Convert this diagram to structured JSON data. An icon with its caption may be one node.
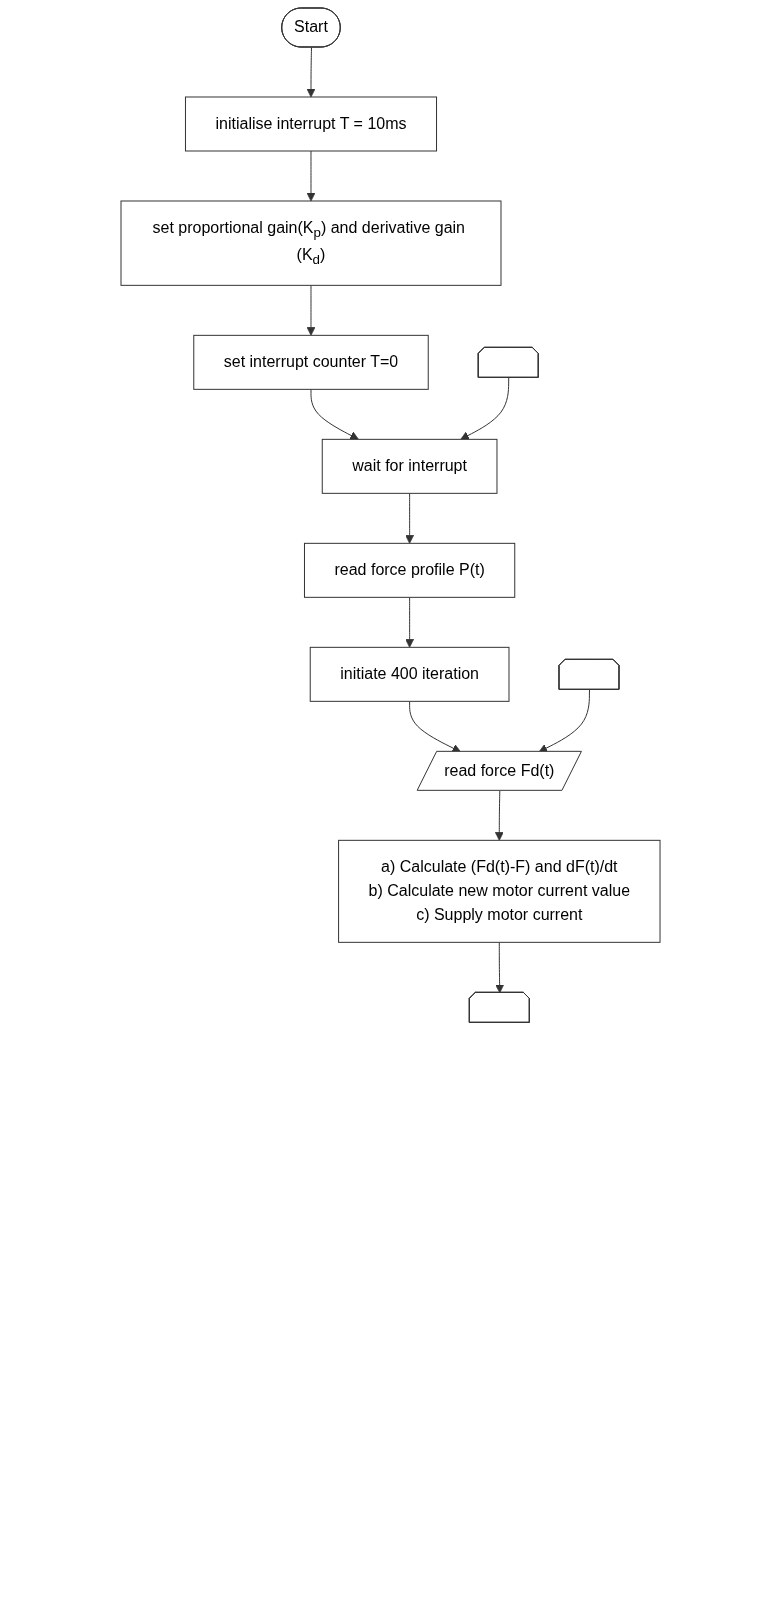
{
  "diagram": {
    "nodes": [
      {
        "text": [
          "Start"
        ]
      },
      {
        "text": [
          "initialise interrupt T = 10ms"
        ]
      },
      {
        "text": [
          "set proportional gain(K$_{p}$) and derivative gain (K$_{d}$)"
        ]
      },
      {
        "text": [
          "set interrupt counter T=0"
        ]
      },
      {
        "text": [
          "wait for interrupt"
        ]
      },
      {
        "text": [
          "read force profile P(t)"
        ]
      },
      {
        "text": [
          "initiate 400 iteration"
        ]
      },
      {
        "text": [
          "read force Fd(t)"
        ]
      },
      {
        "text": [
          "a) Calculate (Fd(t)-F) and dF(t)/dt",
          "b) Calculate new motor current value",
          "c)  Supply motor current"
        ]
      },
      {
        "text": [],
        "shape": "pentagon"
      },
      {
        "text": [],
        "shape": "pentagon"
      },
      {
        "text": [],
        "shape": "pentagon"
      }
    ],
    "edges": [
      {
        "from": 0,
        "to": 1,
        "arrow": "to"
      },
      {
        "from": 1,
        "to": 2,
        "arrow": "to"
      },
      {
        "from": 2,
        "to": 3,
        "arrow": "to"
      },
      {
        "from": 3,
        "to": 4,
        "arrow": "to"
      },
      {
        "from": 4,
        "to": 5,
        "arrow": "to"
      },
      {
        "from": 5,
        "to": 6,
        "arrow": "to"
      },
      {
        "from": 6,
        "to": 7,
        "arrow": "to"
      },
      {
        "from": 7,
        "to": 8,
        "arrow": "to"
      },
      {
        "from": 8,
        "to": 9,
        "arrow": "to"
      },
      {
        "from": 10,
        "to": 7,
        "arrow": "to"
      },
      {
        "from": 11,
        "to": 4,
        "arrow": "to"
      }
    ]
  }
}
